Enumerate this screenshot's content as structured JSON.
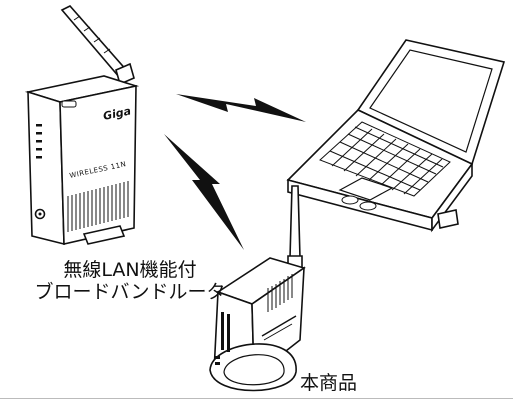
{
  "labels": {
    "router_line1": "無線LAN機能付",
    "router_line2": "ブロードバンドルータ",
    "product": "本商品"
  },
  "device_text": {
    "router_brand": "Giga",
    "router_model": "WIRELESS 11N"
  },
  "colors": {
    "stroke": "#111111",
    "fill": "#ffffff",
    "shade": "#d9d9d9"
  }
}
